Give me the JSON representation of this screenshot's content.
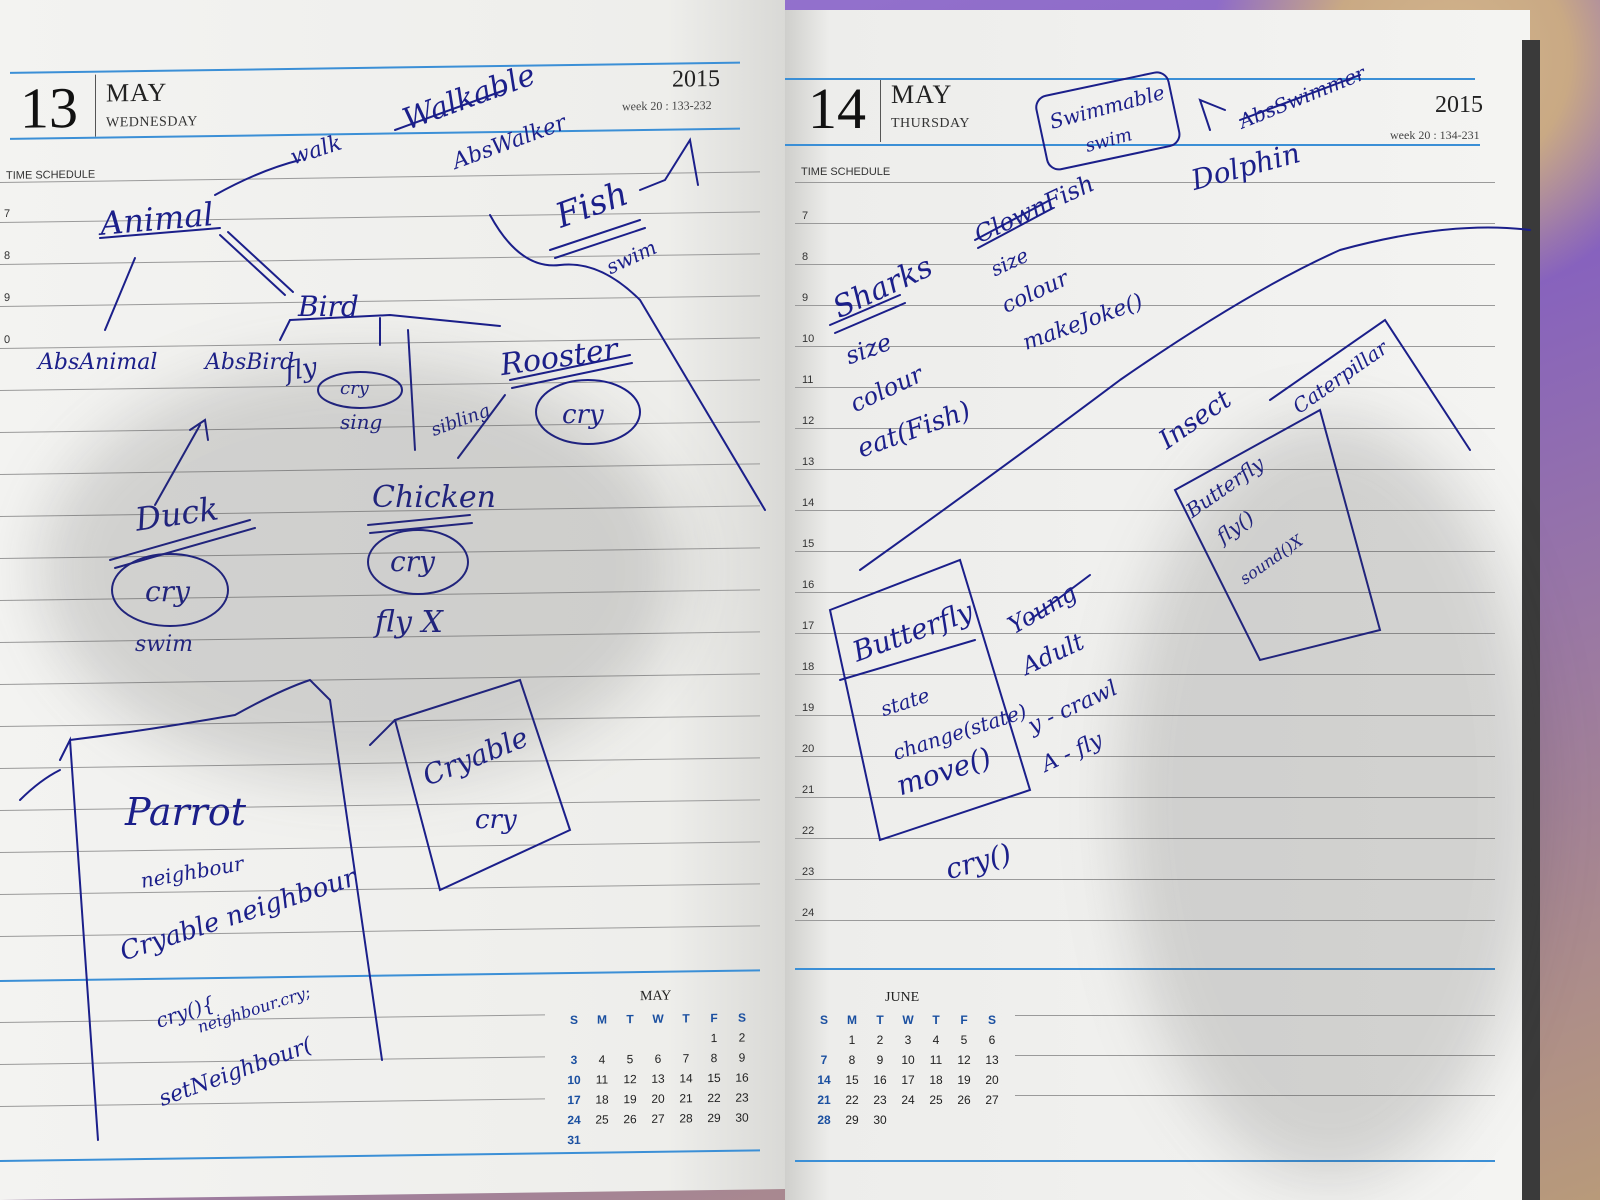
{
  "left_page": {
    "day": "13",
    "month": "MAY",
    "weekday": "WEDNESDAY",
    "year": "2015",
    "week": "week 20 : 133-232",
    "time_schedule": "TIME SCHEDULE",
    "hours": [
      "7",
      "8",
      "9",
      "0"
    ]
  },
  "right_page": {
    "day": "14",
    "month": "MAY",
    "weekday": "THURSDAY",
    "year": "2015",
    "week": "week 20 : 134-231",
    "time_schedule": "TIME SCHEDULE",
    "hours": [
      "7",
      "8",
      "9",
      "10",
      "11",
      "12",
      "13",
      "14",
      "15",
      "16",
      "17",
      "18",
      "19",
      "20",
      "21",
      "22",
      "23",
      "24"
    ]
  },
  "calendar_may": {
    "title": "MAY",
    "headers": [
      "S",
      "M",
      "T",
      "W",
      "T",
      "F",
      "S"
    ],
    "days": [
      "",
      "",
      "",
      "",
      "",
      "1",
      "2",
      "3",
      "4",
      "5",
      "6",
      "7",
      "8",
      "9",
      "10",
      "11",
      "12",
      "13",
      "14",
      "15",
      "16",
      "17",
      "18",
      "19",
      "20",
      "21",
      "22",
      "23",
      "24",
      "25",
      "26",
      "27",
      "28",
      "29",
      "30",
      "31",
      "",
      "",
      "",
      "",
      "",
      ""
    ]
  },
  "calendar_june": {
    "title": "JUNE",
    "headers": [
      "S",
      "M",
      "T",
      "W",
      "T",
      "F",
      "S"
    ],
    "days": [
      "",
      "1",
      "2",
      "3",
      "4",
      "5",
      "6",
      "7",
      "8",
      "9",
      "10",
      "11",
      "12",
      "13",
      "14",
      "15",
      "16",
      "17",
      "18",
      "19",
      "20",
      "21",
      "22",
      "23",
      "24",
      "25",
      "26",
      "27",
      "28",
      "29",
      "30",
      "",
      "",
      "",
      ""
    ]
  },
  "handwriting_left": {
    "walkable": "Walkable",
    "walk": "walk",
    "abswalker": "AbsWalker",
    "fish": "Fish",
    "swim_fish": "swim",
    "animal": "Animal",
    "bird": "Bird",
    "absanimal": "AbsAnimal",
    "absbird": "AbsBird",
    "fly": "fly",
    "cry_bird": "cry",
    "sing": "sing",
    "rooster": "Rooster",
    "sibling": "sibling",
    "cry_rooster": "cry",
    "duck": "Duck",
    "cry_duck": "cry",
    "swim_duck": "swim",
    "chicken": "Chicken",
    "cry_chicken": "cry",
    "fly_x": "fly X",
    "parrot": "Parrot",
    "neighbour": "neighbour",
    "cryable_neighbour": "Cryable neighbour",
    "cry_parrot": "cry(){",
    "neighbour_cry": "neighbour.cry;",
    "set_neighbour": "setNeighbour(",
    "cryable": "Cryable",
    "cry_cryable": "cry"
  },
  "handwriting_right": {
    "swimmable": "Swimmable",
    "swim": "swim",
    "absswimmer": "AbsSwimmer",
    "dolphin": "Dolphin",
    "clownfish": "ClownFish",
    "size_clown": "size",
    "colour_clown": "colour",
    "makejoke": "makeJoke()",
    "sharks": "Sharks",
    "size_shark": "size",
    "colour_shark": "colour",
    "eat_fish": "eat(Fish)",
    "insect": "Insect",
    "caterpillar": "Caterpillar",
    "butterfly_small": "Butterfly",
    "fly_small": "fly()",
    "sound_x": "sound()X",
    "butterfly": "Butterfly",
    "state": "state",
    "change_state": "change(state)",
    "move": "move()",
    "young": "Young",
    "adult": "Adult",
    "y_crawl": "y - crawl",
    "a_fly": "A - fly",
    "cry_right": "cry()"
  }
}
